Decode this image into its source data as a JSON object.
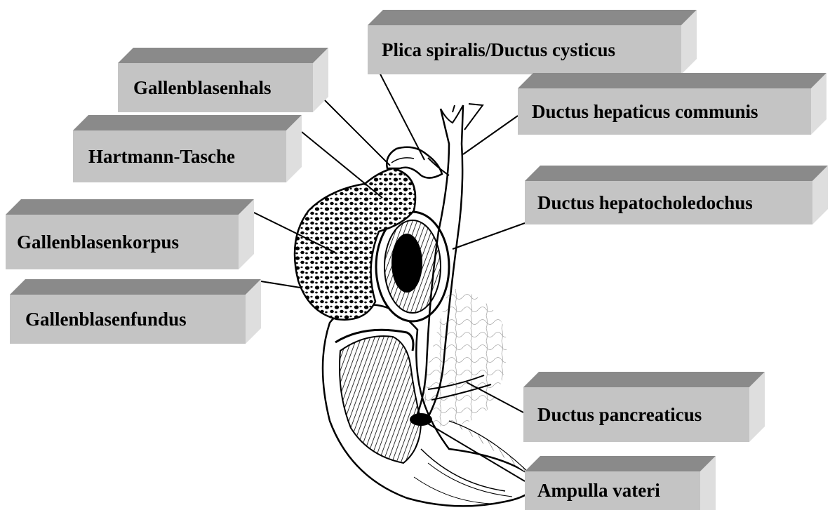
{
  "labels": {
    "plica": "Plica spiralis/Ductus cysticus",
    "neck": "Gallenblasenhals",
    "hartmann": "Hartmann-Tasche",
    "corpus": "Gallenblasenkorpus",
    "fundus": "Gallenblasenfundus",
    "hepaticus": "Ductus hepaticus communis",
    "hepatochol": "Ductus hepatocholedochus",
    "pancreaticus": "Ductus pancreaticus",
    "ampulla": "Ampulla vateri"
  },
  "colors": {
    "box_front": "#c4c4c4",
    "box_top": "#8a8a8a",
    "box_side": "#dedede",
    "ink": "#000000"
  }
}
